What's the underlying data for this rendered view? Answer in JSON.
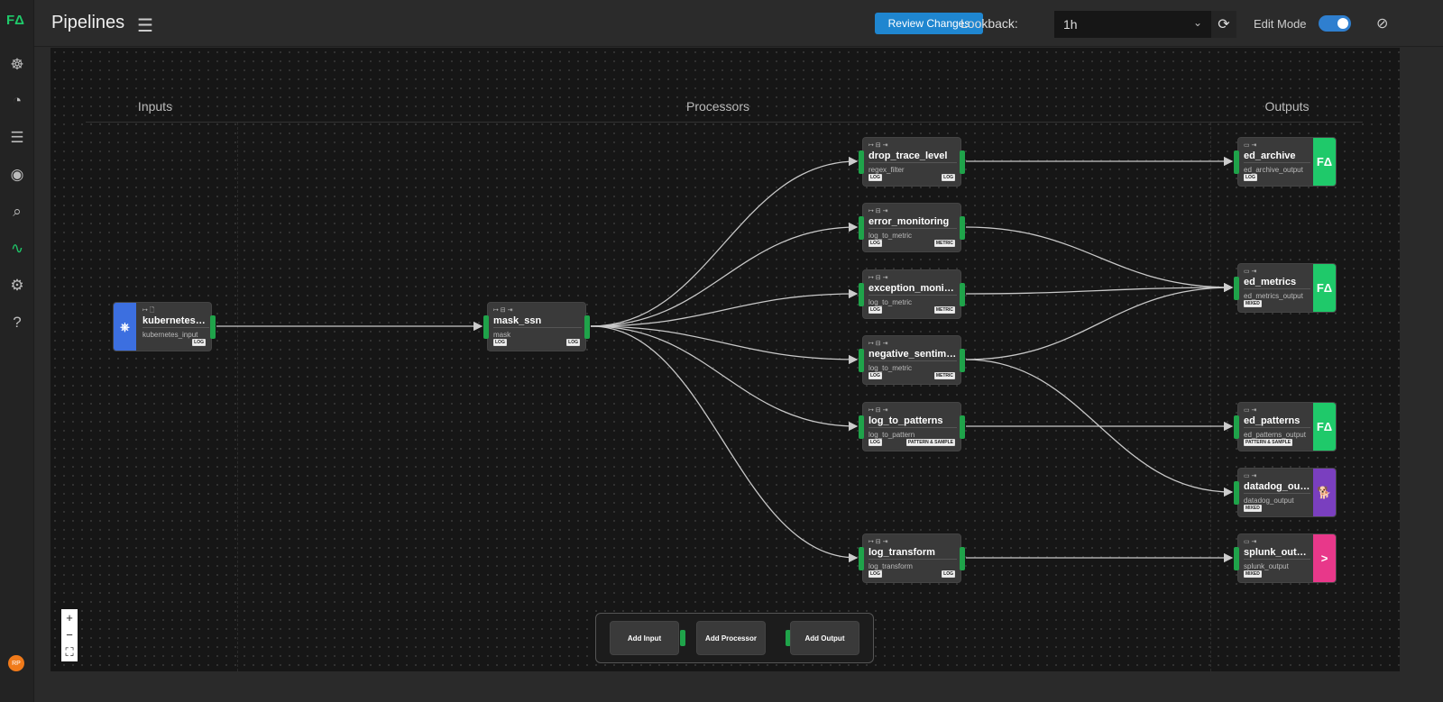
{
  "app": {
    "title": "Pipelines",
    "accent": "#1fc96a"
  },
  "sidebar": {
    "items": [
      {
        "icon": "helm-icon",
        "glyph": "☸"
      },
      {
        "icon": "dashboard-gauge-icon",
        "glyph": "◔"
      },
      {
        "icon": "list-icon",
        "glyph": "☰"
      },
      {
        "icon": "bar-chart-icon",
        "glyph": "◉"
      },
      {
        "icon": "search-pulse-icon",
        "glyph": "⌕"
      },
      {
        "icon": "pipelines-icon",
        "glyph": "∿",
        "active": true
      },
      {
        "icon": "settings-gear-icon",
        "glyph": "⚙"
      },
      {
        "icon": "help-icon",
        "glyph": "?"
      }
    ],
    "avatar": "RP"
  },
  "header": {
    "review_label": "Review Changes",
    "lookback_label": "Lookback:",
    "lookback_value": "1h",
    "edit_mode_label": "Edit Mode",
    "edit_mode_on": true
  },
  "columns": {
    "inputs": "Inputs",
    "processors": "Processors",
    "outputs": "Outputs"
  },
  "nodes": {
    "kubernetes": {
      "name": "kubernetes_l...",
      "type": "kubernetes_input",
      "icons": "↦ 🗋",
      "in": "",
      "out": "LOG",
      "brand": "#3c6fe0"
    },
    "mask_ssn": {
      "name": "mask_ssn",
      "type": "mask",
      "icons": "↦ ⊟ ⇥",
      "in": "LOG",
      "out": "LOG"
    },
    "drop_trace_level": {
      "name": "drop_trace_level",
      "type": "regex_filter",
      "icons": "↦ ⊟ ⇥",
      "in": "LOG",
      "out": "LOG"
    },
    "error_monitoring": {
      "name": "error_monitoring",
      "type": "log_to_metric",
      "icons": "↦ ⊟ ⇥",
      "in": "LOG",
      "out": "METRIC"
    },
    "exception_monitoring": {
      "name": "exception_monito...",
      "type": "log_to_metric",
      "icons": "↦ ⊟ ⇥",
      "in": "LOG",
      "out": "METRIC"
    },
    "negative_sentiment": {
      "name": "negative_sentime...",
      "type": "log_to_metric",
      "icons": "↦ ⊟ ⇥",
      "in": "LOG",
      "out": "METRIC"
    },
    "log_to_patterns": {
      "name": "log_to_patterns",
      "type": "log_to_pattern",
      "icons": "↦ ⊟ ⇥",
      "in": "LOG",
      "out": "PATTERN & SAMPLE"
    },
    "log_transform": {
      "name": "log_transform",
      "type": "log_transform",
      "icons": "↦ ⊟ ⇥",
      "in": "LOG",
      "out": "LOG"
    },
    "ed_archive": {
      "name": "ed_archive",
      "type": "ed_archive_output",
      "icons": "▭ ⇥",
      "in": "LOG",
      "brand": "#1fc96a"
    },
    "ed_metrics": {
      "name": "ed_metrics",
      "type": "ed_metrics_output",
      "icons": "▭ ⇥",
      "in": "MIXED",
      "brand": "#1fc96a"
    },
    "ed_patterns": {
      "name": "ed_patterns",
      "type": "ed_patterns_output",
      "icons": "▭ ⇥",
      "in": "PATTERN & SAMPLE",
      "brand": "#1fc96a"
    },
    "datadog_output": {
      "name": "datadog_out...",
      "type": "datadog_output",
      "icons": "▭ ⇥",
      "in": "MIXED",
      "brand": "#7a3fbf"
    },
    "splunk_output": {
      "name": "splunk_output",
      "type": "splunk_output",
      "icons": "▭ ⇥",
      "in": "MIXED",
      "brand": "#e8388a"
    }
  },
  "edges": [
    [
      "kubernetes",
      "mask_ssn"
    ],
    [
      "mask_ssn",
      "drop_trace_level"
    ],
    [
      "mask_ssn",
      "error_monitoring"
    ],
    [
      "mask_ssn",
      "exception_monitoring"
    ],
    [
      "mask_ssn",
      "negative_sentiment"
    ],
    [
      "mask_ssn",
      "log_to_patterns"
    ],
    [
      "mask_ssn",
      "log_transform"
    ],
    [
      "drop_trace_level",
      "ed_archive"
    ],
    [
      "error_monitoring",
      "ed_metrics"
    ],
    [
      "exception_monitoring",
      "ed_metrics"
    ],
    [
      "negative_sentiment",
      "ed_metrics"
    ],
    [
      "negative_sentiment",
      "datadog_output"
    ],
    [
      "log_to_patterns",
      "ed_patterns"
    ],
    [
      "log_transform",
      "splunk_output"
    ]
  ],
  "toolbar": {
    "add_input": "Add Input",
    "add_processor": "Add Processor",
    "add_output": "Add Output"
  },
  "zoom": {
    "in": "+",
    "out": "−",
    "fit": "⛶"
  }
}
